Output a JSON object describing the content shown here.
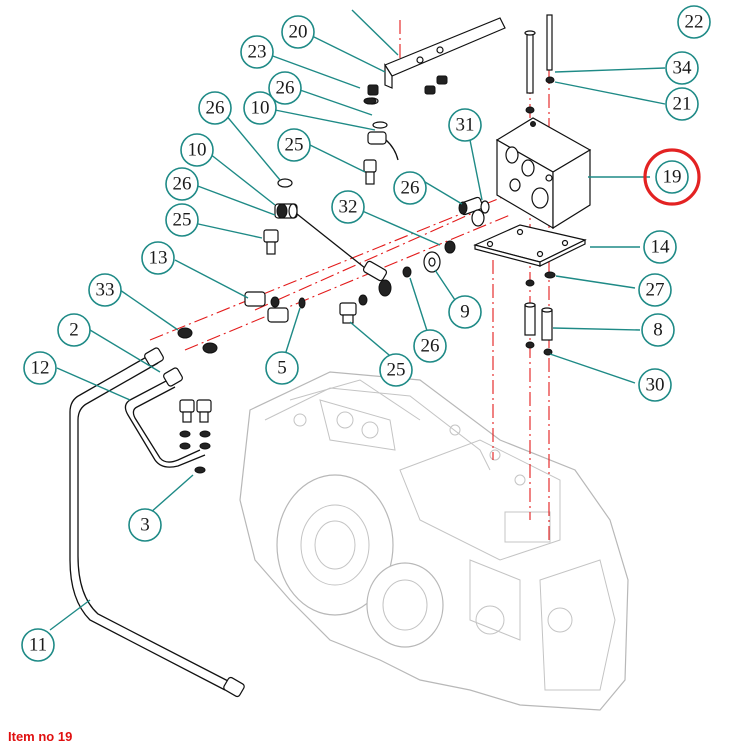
{
  "caption": "Item no 19",
  "highlighted_item": "19",
  "callouts": [
    "20",
    "23",
    "26",
    "10",
    "25",
    "26",
    "10",
    "26",
    "25",
    "13",
    "33",
    "2",
    "12",
    "3",
    "11",
    "31",
    "26",
    "32",
    "9",
    "26",
    "25",
    "5",
    "19",
    "14",
    "27",
    "8",
    "30",
    "34",
    "21",
    "22"
  ]
}
